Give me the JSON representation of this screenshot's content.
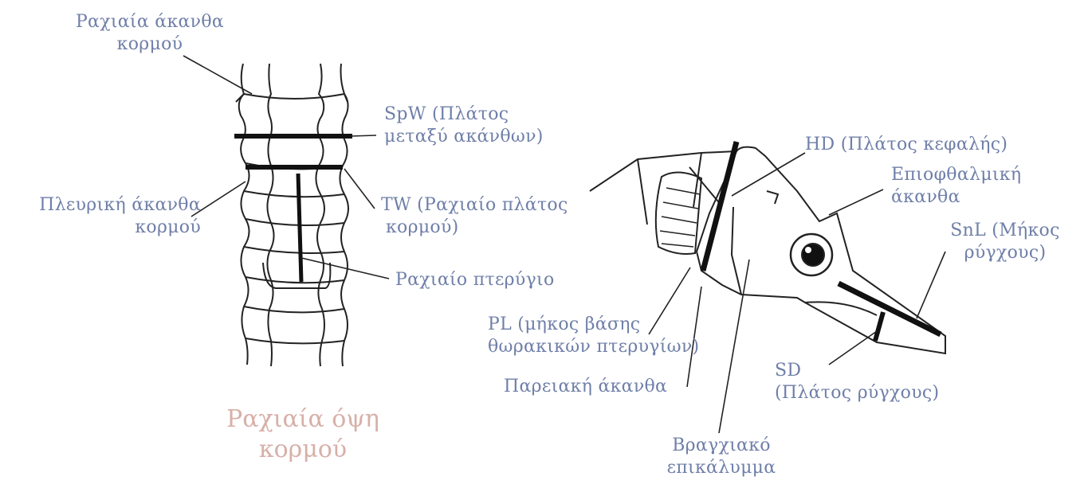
{
  "left_figure": {
    "view_title": [
      "Ραχιαία όψη",
      "κορμού"
    ],
    "labels": {
      "dorsal_spine": [
        "Ραχιαία άκανθα",
        "κορμού"
      ],
      "spw": [
        "SpW (Πλάτος",
        "μεταξύ ακάνθων)"
      ],
      "lateral_spine": [
        "Πλευρική άκανθα",
        "κορμού"
      ],
      "tw": [
        "TW (Ραχιαίο πλάτος",
        "κορμού)"
      ],
      "dorsal_fin": [
        "Ραχιαίο πτερύγιο"
      ]
    }
  },
  "right_figure": {
    "labels": {
      "hd": [
        "HD (Πλάτος κεφαλής)"
      ],
      "supraorbital_spine": [
        "Επιοφθαλμική",
        "άκανθα"
      ],
      "snl": [
        "SnL (Μήκος",
        "ρύγχους)"
      ],
      "pl": [
        "PL (μήκος βάσης",
        "θωρακικών πτερυγίων)"
      ],
      "cheek_spine": [
        "Παρειακή άκανθα"
      ],
      "sd": [
        "SD",
        "(Πλάτος ρύγχους)"
      ],
      "gill_cover": [
        "Βραγχιακό",
        "επικάλυμμα"
      ]
    }
  }
}
